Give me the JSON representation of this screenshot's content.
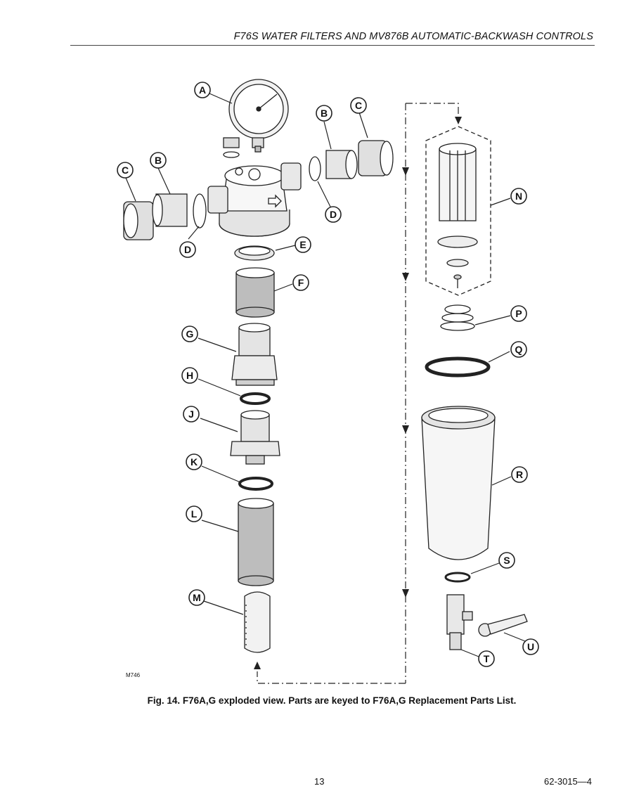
{
  "header": {
    "title": "F76S WATER FILTERS AND MV876B AUTOMATIC-BACKWASH CONTROLS"
  },
  "figure": {
    "id": "M746",
    "caption": "Fig. 14. F76A,G exploded view. Parts are keyed to F76A,G Replacement Parts List.",
    "callouts": [
      "A",
      "B",
      "C",
      "D",
      "E",
      "F",
      "G",
      "H",
      "J",
      "K",
      "L",
      "M",
      "N",
      "P",
      "Q",
      "R",
      "S",
      "T",
      "U"
    ]
  },
  "footer": {
    "page_number": "13",
    "doc_number": "62-3015—4"
  }
}
